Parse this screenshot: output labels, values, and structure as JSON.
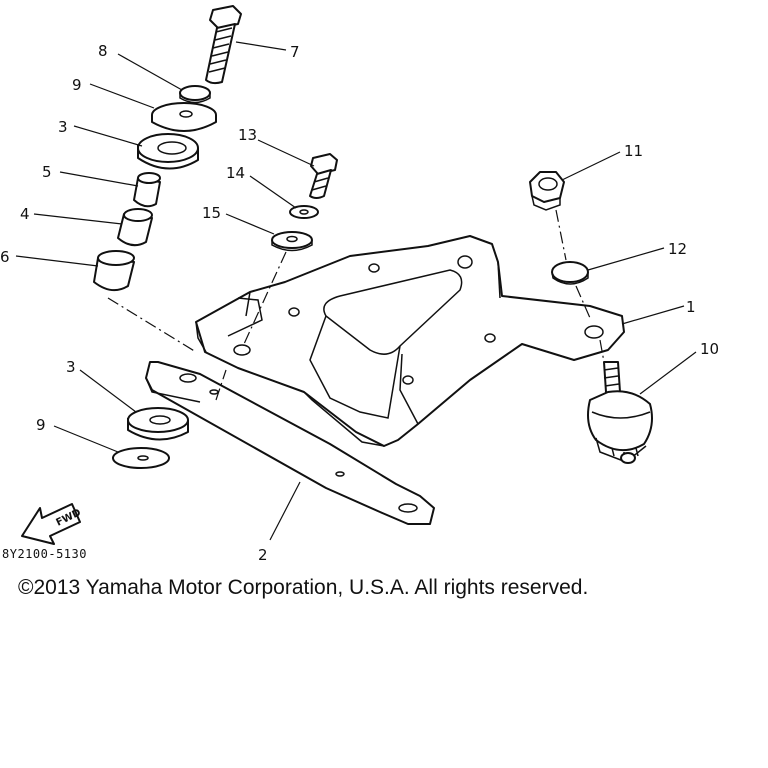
{
  "callouts": [
    {
      "id": "c1",
      "label": "1"
    },
    {
      "id": "c2",
      "label": "2"
    },
    {
      "id": "c3a",
      "label": "3"
    },
    {
      "id": "c3b",
      "label": "3"
    },
    {
      "id": "c4",
      "label": "4"
    },
    {
      "id": "c5",
      "label": "5"
    },
    {
      "id": "c6",
      "label": "6"
    },
    {
      "id": "c7",
      "label": "7"
    },
    {
      "id": "c8",
      "label": "8"
    },
    {
      "id": "c9a",
      "label": "9"
    },
    {
      "id": "c9b",
      "label": "9"
    },
    {
      "id": "c10",
      "label": "10"
    },
    {
      "id": "c11",
      "label": "11"
    },
    {
      "id": "c12",
      "label": "12"
    },
    {
      "id": "c13",
      "label": "13"
    },
    {
      "id": "c14",
      "label": "14"
    },
    {
      "id": "c15",
      "label": "15"
    }
  ],
  "fwd_label": "FWD",
  "drawing_code": "8Y2100-5130",
  "copyright": "©2013 Yamaha Motor Corporation, U.S.A. All rights reserved."
}
